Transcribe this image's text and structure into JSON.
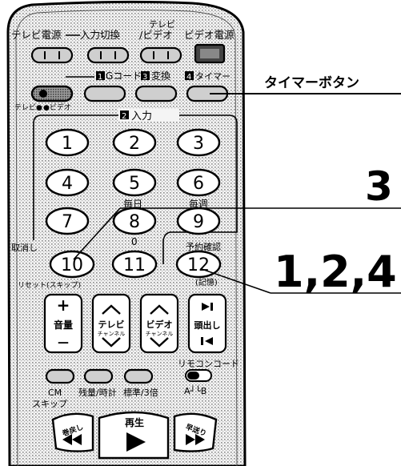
{
  "top_labels": {
    "tv_power": "テレビ電源",
    "input_switch": "入力切換",
    "tv_video_top": "テレビ",
    "tv_video_bottom": "/ビデオ",
    "video_power": "ビデオ電源"
  },
  "mode_labels": {
    "g_code_num": "1",
    "g_code": "Gコード",
    "change_num": "3",
    "change": "変換",
    "timer_num": "4",
    "timer": "タイマー"
  },
  "tv_video_small": "テレビ●",
  "video_small": "●ビデオ",
  "input_section_num": "2",
  "input_section": "入力",
  "number_buttons": [
    "1",
    "2",
    "3",
    "4",
    "5",
    "6",
    "7",
    "8",
    "9",
    "10",
    "11",
    "12"
  ],
  "daily_label": "毎日",
  "weekly_label": "毎週",
  "zero_label": "0",
  "cancel_label": "取消し",
  "reserve_check_label": "予約確認",
  "reset_label": "リセット(スキップ)",
  "memory_label": "(記憶)",
  "volume": {
    "plus": "+",
    "label": "音量",
    "minus": "—"
  },
  "tv_channel": {
    "label": "テレビ",
    "sub": "チャンネル"
  },
  "video_channel": {
    "label": "ビデオ",
    "sub": "チャンネル"
  },
  "cue": {
    "label": "頭出し"
  },
  "remote_code_label": "リモコンコード",
  "ab_label": "A┘└B",
  "cm_skip": {
    "line1": "CM",
    "line2": "スキップ"
  },
  "remaining_clock": "残量/時計",
  "standard_3x": "標準/3倍",
  "play_label": "再生",
  "rewind_label": "巻戻し",
  "ff_label": "早送り",
  "callouts": {
    "timer_button": "タイマーボタン",
    "step3": "3",
    "step124": "1,2,4"
  }
}
